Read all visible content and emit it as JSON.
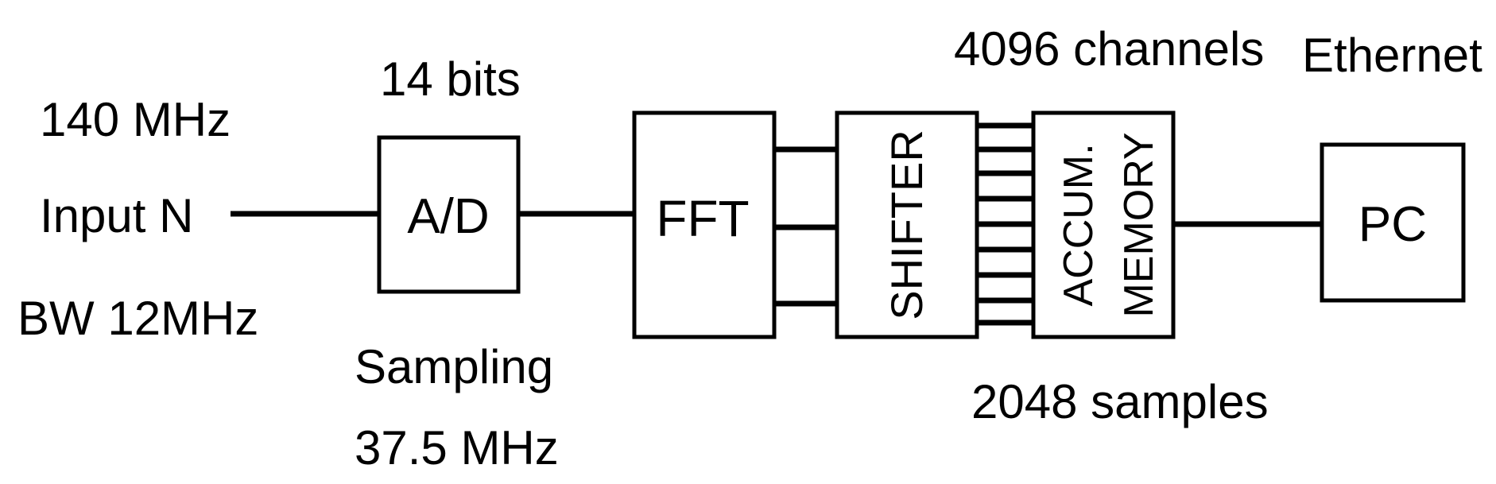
{
  "input": {
    "freq": "140 MHz",
    "name": "Input N",
    "bandwidth": "BW 12MHz"
  },
  "adc": {
    "label": "A/D",
    "bits": "14 bits",
    "sampling_label": "Sampling",
    "sampling_rate": "37.5 MHz"
  },
  "fft": {
    "label": "FFT"
  },
  "shifter": {
    "label": "SHIFTER"
  },
  "accumulator": {
    "line1": "ACCUM.",
    "line2": "MEMORY",
    "channels": "4096 channels",
    "samples": "2048 samples"
  },
  "pc": {
    "label": "PC",
    "link": "Ethernet"
  }
}
